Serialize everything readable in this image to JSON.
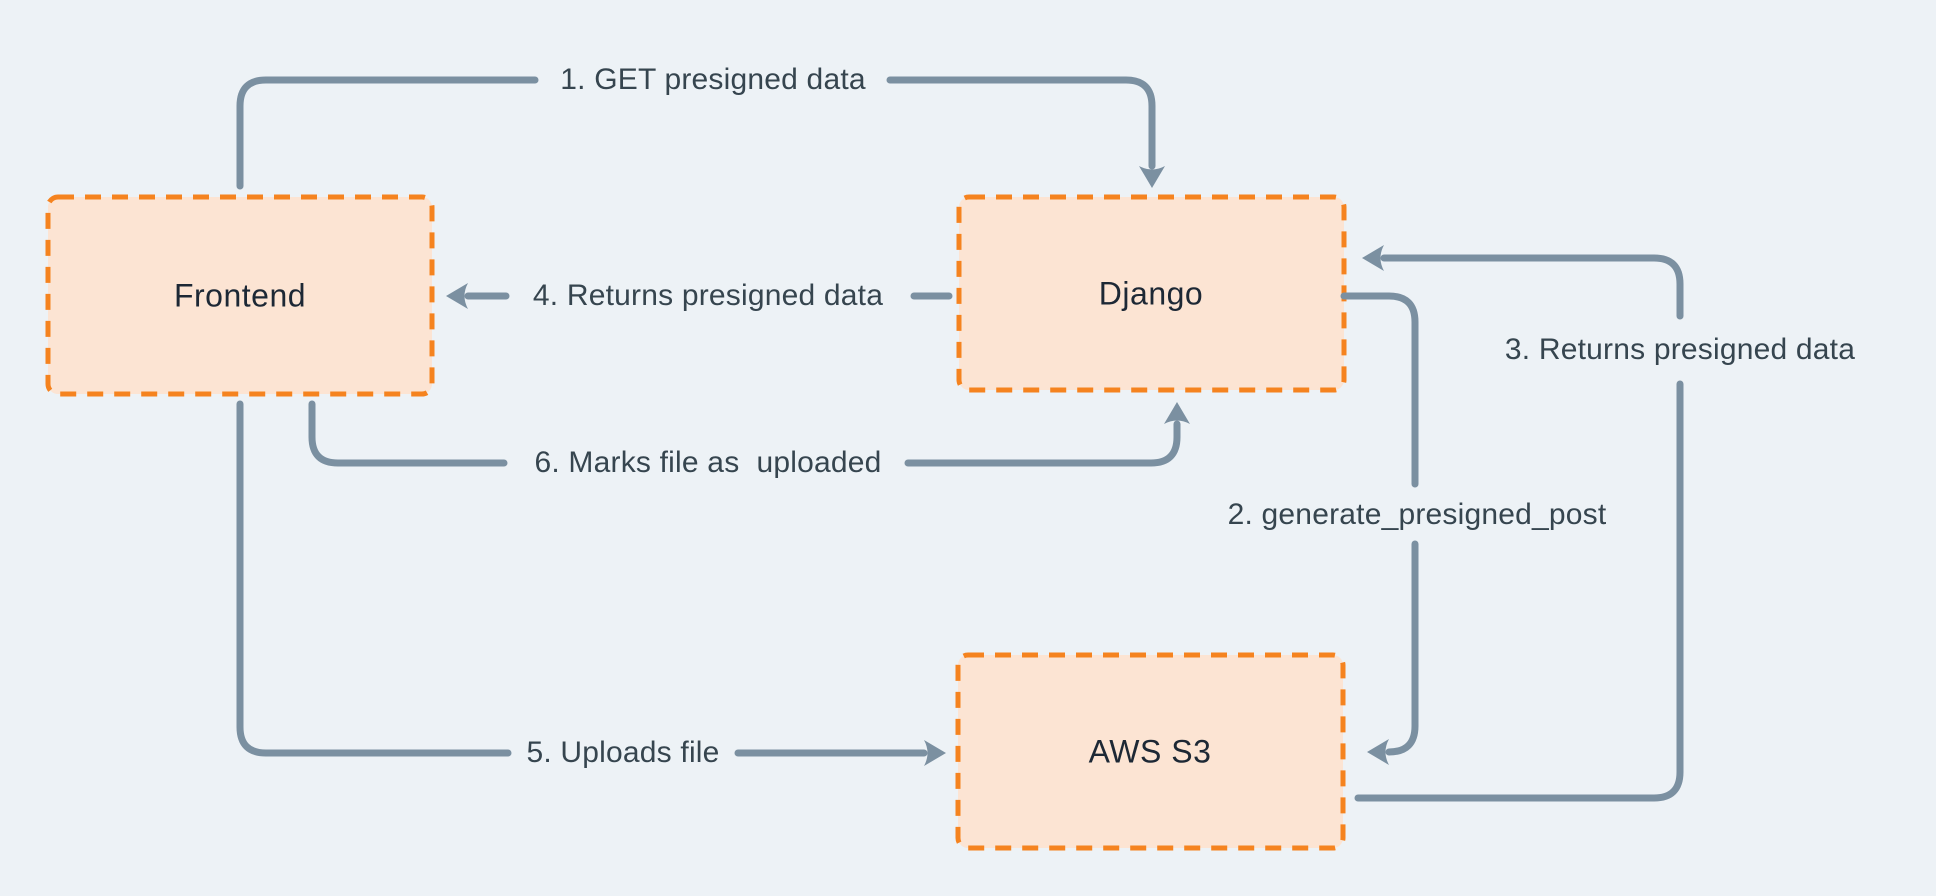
{
  "diagram": {
    "type": "flowchart",
    "colors": {
      "background": "#edf2f6",
      "node_fill": "#fce4d3",
      "node_border": "#f5831f",
      "edge_line": "#7b90a1",
      "edge_label_text": "#36454f",
      "node_label_text": "#1d2835"
    },
    "nodes": [
      {
        "id": "frontend",
        "label": "Frontend"
      },
      {
        "id": "django",
        "label": "Django"
      },
      {
        "id": "aws-s3",
        "label": "AWS S3"
      }
    ],
    "edges": [
      {
        "id": "step-1",
        "from": "Frontend",
        "to": "Django",
        "label": "1. GET presigned data"
      },
      {
        "id": "step-2",
        "from": "Django",
        "to": "AWS S3",
        "label": "2. generate_presigned_post"
      },
      {
        "id": "step-3",
        "from": "AWS S3",
        "to": "Django",
        "label": "3. Returns presigned data"
      },
      {
        "id": "step-4",
        "from": "Django",
        "to": "Frontend",
        "label": "4. Returns presigned data"
      },
      {
        "id": "step-5",
        "from": "Frontend",
        "to": "AWS S3",
        "label": "5. Uploads file"
      },
      {
        "id": "step-6",
        "from": "Frontend",
        "to": "Django",
        "label": "6. Marks file as  uploaded"
      }
    ]
  }
}
